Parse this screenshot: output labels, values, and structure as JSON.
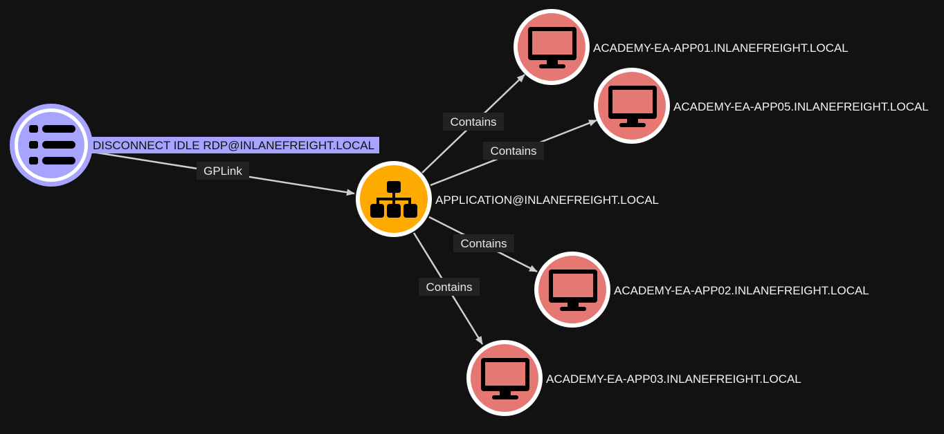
{
  "graph": {
    "colors": {
      "background": "#121212",
      "gpo": "#a6a4ff",
      "ou": "#ffaa00",
      "computer": "#e67873",
      "node_border": "#ffffff",
      "edge": "#cfcfcf",
      "selected_label_bg": "#a6a4ff"
    },
    "nodes": {
      "gpo": {
        "label": "DISCONNECT IDLE RDP@INLANEFREIGHT.LOCAL",
        "icon": "list-icon",
        "type": "GPO"
      },
      "ou": {
        "label": "APPLICATION@INLANEFREIGHT.LOCAL",
        "icon": "sitemap-icon",
        "type": "OU"
      },
      "app01": {
        "label": "ACADEMY-EA-APP01.INLANEFREIGHT.LOCAL",
        "icon": "desktop-icon",
        "type": "Computer"
      },
      "app05": {
        "label": "ACADEMY-EA-APP05.INLANEFREIGHT.LOCAL",
        "icon": "desktop-icon",
        "type": "Computer"
      },
      "app02": {
        "label": "ACADEMY-EA-APP02.INLANEFREIGHT.LOCAL",
        "icon": "desktop-icon",
        "type": "Computer"
      },
      "app03": {
        "label": "ACADEMY-EA-APP03.INLANEFREIGHT.LOCAL",
        "icon": "desktop-icon",
        "type": "Computer"
      }
    },
    "edges": {
      "gplink": {
        "label": "GPLink",
        "from": "gpo",
        "to": "ou"
      },
      "contains_app01": {
        "label": "Contains",
        "from": "ou",
        "to": "app01"
      },
      "contains_app05": {
        "label": "Contains",
        "from": "ou",
        "to": "app05"
      },
      "contains_app02": {
        "label": "Contains",
        "from": "ou",
        "to": "app02"
      },
      "contains_app03": {
        "label": "Contains",
        "from": "ou",
        "to": "app03"
      }
    }
  }
}
